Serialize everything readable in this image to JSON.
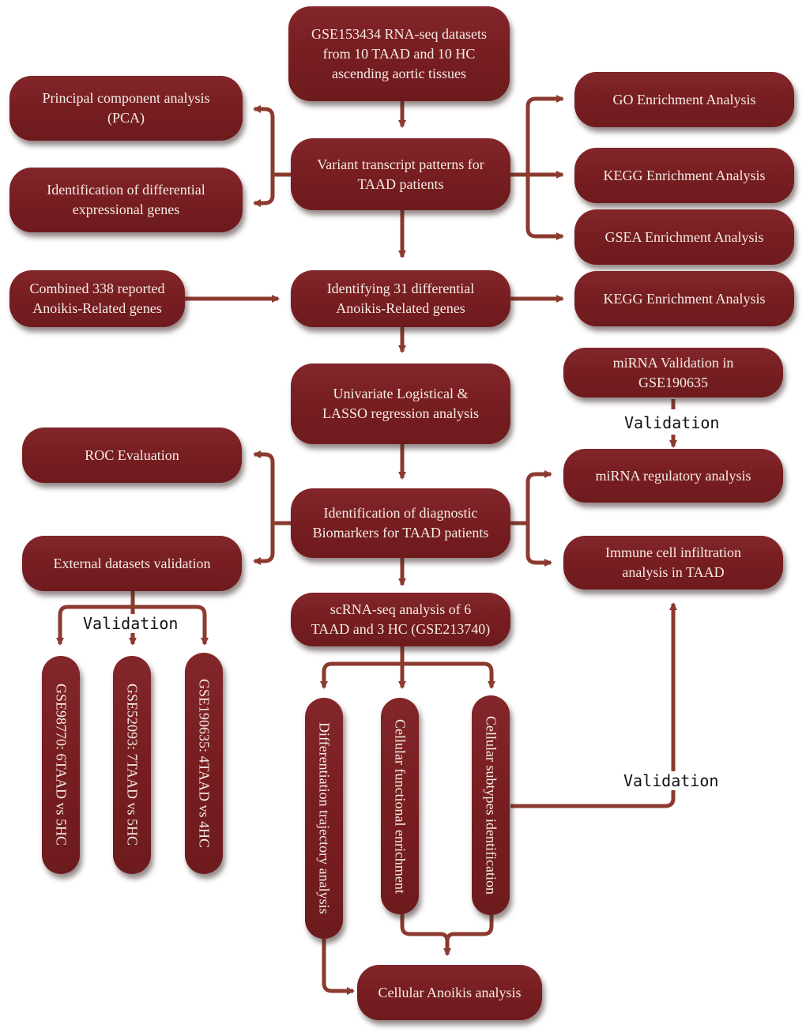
{
  "diagram": {
    "nodes": {
      "gse153434": "GSE153434 RNA-seq datasets\nfrom 10 TAAD and 10 HC\nascending aortic tissues",
      "pca": "Principal component analysis\n(PCA)",
      "deg": "Identification of differential\nexpressional genes",
      "variant": "Variant transcript patterns for\nTAAD patients",
      "go": "GO Enrichment Analysis",
      "kegg1": "KEGG Enrichment Analysis",
      "gsea": "GSEA Enrichment Analysis",
      "combined": "Combined 338 reported\nAnoikis-Related genes",
      "identifying31": "Identifying 31 differential\nAnoikis-Related genes",
      "kegg2": "KEGG Enrichment Analysis",
      "univariate": "Univariate Logistical  &\nLASSO regression analysis",
      "mirna_validation": "miRNA Validation in\nGSE190635",
      "roc": "ROC Evaluation",
      "diagnostic": "Identification of diagnostic\nBiomarkers for TAAD patients",
      "mirna_regulatory": "miRNA regulatory  analysis",
      "external": "External datasets validation",
      "immune": "Immune cell infiltration\nanalysis in TAAD",
      "scrna": "scRNA-seq analysis of 6\nTAAD and 3 HC (GSE213740)",
      "gse98770": "GSE98770: 6TAAD vs 5HC",
      "gse52093": "GSE52093: 7TAAD vs 5HC",
      "gse190635": "GSE190635: 4TAAD vs 4HC",
      "trajectory": "Differentiation trajectory analysis",
      "functional": "Cellular functional enrichment",
      "subtypes": "Cellular subtypes identification",
      "anoikis": "Cellular Anoikis analysis"
    },
    "edge_labels": {
      "mirna_validation": "Validation",
      "external_validation": "Validation",
      "subtypes_validation": "Validation"
    },
    "colors": {
      "node_fill": "#7a1f22",
      "node_text": "#f4ece6",
      "arrow": "#8b3a2e",
      "label_text": "#111111"
    }
  }
}
